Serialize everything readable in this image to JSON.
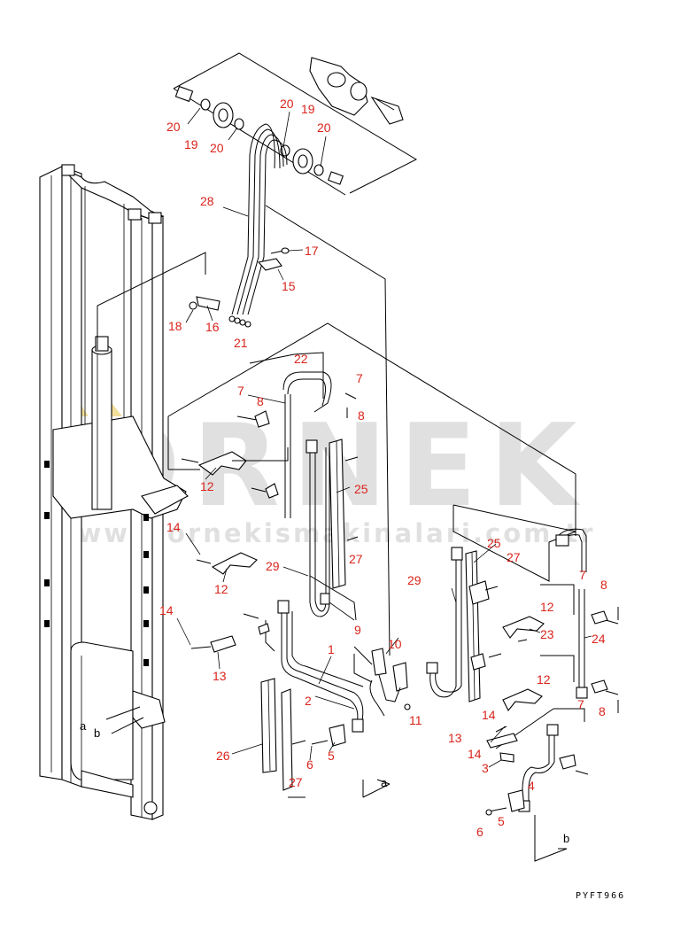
{
  "watermark": {
    "brand": "ORNEK",
    "url": "www.ornekismakinalari.com.tr",
    "brand_color": "#c8c8c8",
    "accent_color": "#e8c64a"
  },
  "drawing_code": "PYFT966",
  "callout_color": "#d9241c",
  "callouts": [
    {
      "id": "c20a",
      "text": "20"
    },
    {
      "id": "c19a",
      "text": "19"
    },
    {
      "id": "c20b",
      "text": "20"
    },
    {
      "id": "c20c",
      "text": "20"
    },
    {
      "id": "c19b",
      "text": "19"
    },
    {
      "id": "c20d",
      "text": "20"
    },
    {
      "id": "c28",
      "text": "28"
    },
    {
      "id": "c17",
      "text": "17"
    },
    {
      "id": "c15",
      "text": "15"
    },
    {
      "id": "c18",
      "text": "18"
    },
    {
      "id": "c16",
      "text": "16"
    },
    {
      "id": "c21",
      "text": "21"
    },
    {
      "id": "c22",
      "text": "22"
    },
    {
      "id": "c7a",
      "text": "7"
    },
    {
      "id": "c7b",
      "text": "7"
    },
    {
      "id": "c8a",
      "text": "8"
    },
    {
      "id": "c8b",
      "text": "8"
    },
    {
      "id": "c12a",
      "text": "12"
    },
    {
      "id": "c25a",
      "text": "25"
    },
    {
      "id": "c14a",
      "text": "14"
    },
    {
      "id": "c27a",
      "text": "27"
    },
    {
      "id": "c29a",
      "text": "29"
    },
    {
      "id": "c12b",
      "text": "12"
    },
    {
      "id": "c9",
      "text": "9"
    },
    {
      "id": "c14b",
      "text": "14"
    },
    {
      "id": "c1",
      "text": "1"
    },
    {
      "id": "c10",
      "text": "10"
    },
    {
      "id": "c13a",
      "text": "13"
    },
    {
      "id": "c2",
      "text": "2"
    },
    {
      "id": "c11",
      "text": "11"
    },
    {
      "id": "c26",
      "text": "26"
    },
    {
      "id": "c6a",
      "text": "6"
    },
    {
      "id": "c5a",
      "text": "5"
    },
    {
      "id": "c27b",
      "text": "27"
    },
    {
      "id": "c25b",
      "text": "25"
    },
    {
      "id": "c27c",
      "text": "27"
    },
    {
      "id": "c29b",
      "text": "29"
    },
    {
      "id": "c7c",
      "text": "7"
    },
    {
      "id": "c8c",
      "text": "8"
    },
    {
      "id": "c12c",
      "text": "12"
    },
    {
      "id": "c23",
      "text": "23"
    },
    {
      "id": "c24",
      "text": "24"
    },
    {
      "id": "c12d",
      "text": "12"
    },
    {
      "id": "c7d",
      "text": "7"
    },
    {
      "id": "c8d",
      "text": "8"
    },
    {
      "id": "c14c",
      "text": "14"
    },
    {
      "id": "c13b",
      "text": "13"
    },
    {
      "id": "c14d",
      "text": "14"
    },
    {
      "id": "c3",
      "text": "3"
    },
    {
      "id": "c4",
      "text": "4"
    },
    {
      "id": "c6b",
      "text": "6"
    },
    {
      "id": "c5b",
      "text": "5"
    }
  ],
  "markers": [
    {
      "id": "ma1",
      "text": "a"
    },
    {
      "id": "mb1",
      "text": "b"
    },
    {
      "id": "ma2",
      "text": "a"
    },
    {
      "id": "mb2",
      "text": "b"
    }
  ]
}
